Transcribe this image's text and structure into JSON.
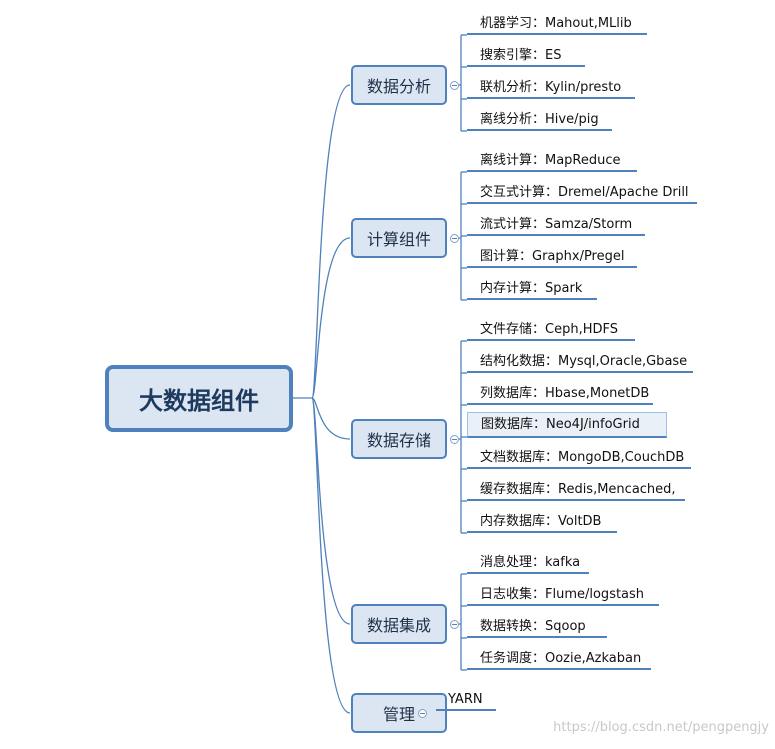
{
  "root": {
    "label": "大数据组件"
  },
  "branches": [
    {
      "label": "数据分析",
      "items": [
        "机器学习：Mahout,MLlib",
        "搜索引擎：ES",
        "联机分析：Kylin/presto",
        "离线分析：Hive/pig"
      ]
    },
    {
      "label": "计算组件",
      "items": [
        "离线计算：MapReduce",
        "交互式计算：Dremel/Apache Drill",
        "流式计算：Samza/Storm",
        "图计算：Graphx/Pregel",
        "内存计算：Spark"
      ]
    },
    {
      "label": "数据存储",
      "items": [
        "文件存储：Ceph,HDFS",
        "结构化数据：Mysql,Oracle,Gbase",
        "列数据库：Hbase,MonetDB",
        "图数据库：Neo4J/infoGrid",
        "文档数据库：MongoDB,CouchDB",
        "缓存数据库：Redis,Mencached,",
        "内存数据库：VoltDB"
      ]
    },
    {
      "label": "数据集成",
      "items": [
        "消息处理：kafka",
        "日志收集：Flume/logstash",
        "数据转换：Sqoop",
        "任务调度：Oozie,Azkaban"
      ]
    },
    {
      "label": "管理",
      "items": [
        "YARN"
      ]
    }
  ],
  "watermark": "https://blog.csdn.net/pengpengjy",
  "colors": {
    "line": "#4f81bd",
    "node_fill": "#dce6f2"
  }
}
